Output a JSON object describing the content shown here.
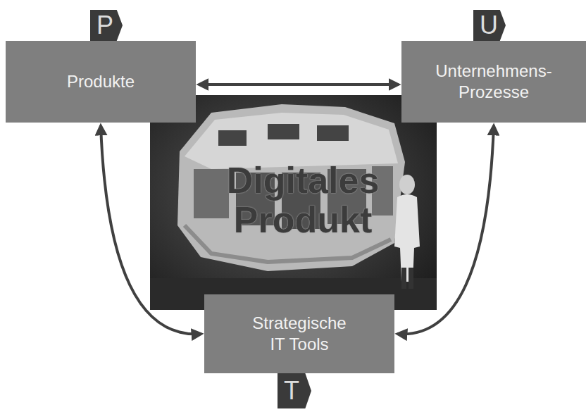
{
  "diagram": {
    "nodes": [
      {
        "text": [
          "P",
          "Produkte"
        ]
      },
      {
        "text": [
          "U",
          "Unternehmens- Prozesse"
        ]
      },
      {
        "text": [
          "T",
          "Strategische IT Tools"
        ]
      }
    ],
    "edges": [
      {
        "from": 0,
        "to": 1,
        "arrow": "both"
      },
      {
        "from": 0,
        "to": 2,
        "arrow": "both"
      },
      {
        "from": 1,
        "to": 2,
        "arrow": "both"
      }
    ],
    "labels": [
      "Digitales Produkt"
    ]
  }
}
